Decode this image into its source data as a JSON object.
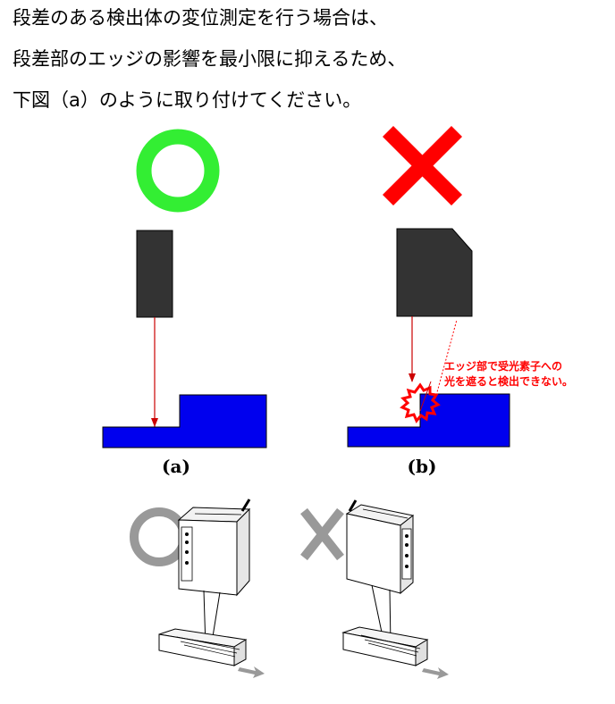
{
  "instructions": {
    "line1": "段差のある検出体の変位測定を行う場合は、",
    "line2": "段差部のエッジの影響を最小限に抑えるため、",
    "line3": "下図（a）のように取り付けてください。"
  },
  "panels": {
    "a": {
      "caption": "(a)",
      "verdict_icon": "circle-ok-icon"
    },
    "b": {
      "caption": "(b)",
      "verdict_icon": "cross-ng-icon",
      "note_line1": "エッジ部で受光素子への",
      "note_line2": "光を遮ると検出できない。"
    }
  },
  "colors": {
    "ok_green": "#33ee33",
    "ng_red": "#ff0000",
    "sensor_body": "#333333",
    "workpiece_blue": "#0000ee",
    "laser_beam": "#cc0000",
    "icon_gray": "#999999"
  }
}
